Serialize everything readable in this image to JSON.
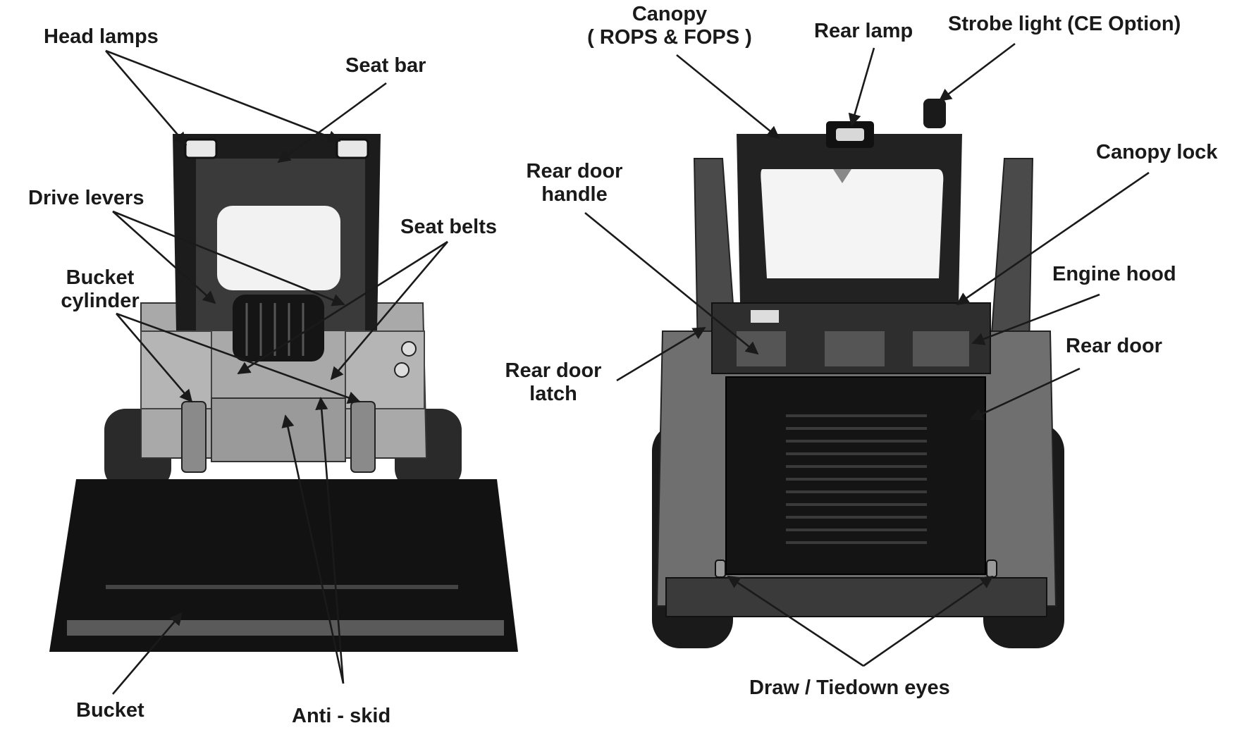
{
  "labels": {
    "head_lamps": "Head lamps",
    "seat_bar": "Seat bar",
    "drive_levers": "Drive levers",
    "seat_belts": "Seat belts",
    "bucket_cylinder_line1": "Bucket",
    "bucket_cylinder_line2": "cylinder",
    "bucket": "Bucket",
    "anti_skid": "Anti - skid",
    "canopy_line1": "Canopy",
    "canopy_line2": "( ROPS & FOPS )",
    "rear_lamp": "Rear lamp",
    "strobe_light": "Strobe light (CE Option)",
    "canopy_lock": "Canopy lock",
    "rear_door_handle_line1": "Rear door",
    "rear_door_handle_line2": "handle",
    "engine_hood": "Engine hood",
    "rear_door": "Rear door",
    "rear_door_latch_line1": "Rear door",
    "rear_door_latch_line2": "latch",
    "draw_tiedown_eyes": "Draw / Tiedown eyes"
  },
  "colors": {
    "ink": "#1a1a1a",
    "body_gray": "#8c8c8c",
    "dark_gray": "#4a4a4a",
    "black": "#111111",
    "light_gray": "#c8c8c8"
  }
}
